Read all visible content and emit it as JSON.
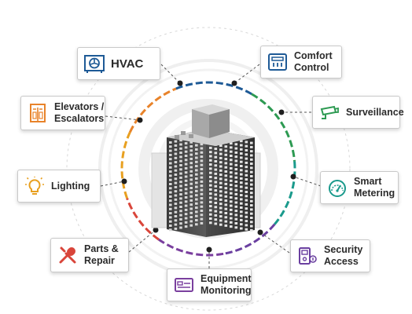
{
  "nodes": [
    {
      "id": "hvac",
      "label": "HVAC",
      "icon": "hvac-unit-icon",
      "color": "#1e5a96"
    },
    {
      "id": "comfort",
      "label": "Comfort\nControl",
      "icon": "thermostat-icon",
      "color": "#1e5a96"
    },
    {
      "id": "surveillance",
      "label": "Surveillance",
      "icon": "security-camera-icon",
      "color": "#2d9a52"
    },
    {
      "id": "metering",
      "label": "Smart\nMetering",
      "icon": "gauge-meter-icon",
      "color": "#1a9a8c"
    },
    {
      "id": "security",
      "label": "Security\nAccess",
      "icon": "keycard-lock-icon",
      "color": "#6a3fa0"
    },
    {
      "id": "equipment",
      "label": "Equipment\nMonitoring",
      "icon": "monitor-panel-icon",
      "color": "#7a3f9e"
    },
    {
      "id": "parts",
      "label": "Parts &\nRepair",
      "icon": "wrench-screwdriver-icon",
      "color": "#d9453a"
    },
    {
      "id": "lighting",
      "label": "Lighting",
      "icon": "light-bulb-icon",
      "color": "#e8a020"
    },
    {
      "id": "elevators",
      "label": "Elevators /\nEscalators",
      "icon": "elevator-icon",
      "color": "#e8832a"
    }
  ]
}
